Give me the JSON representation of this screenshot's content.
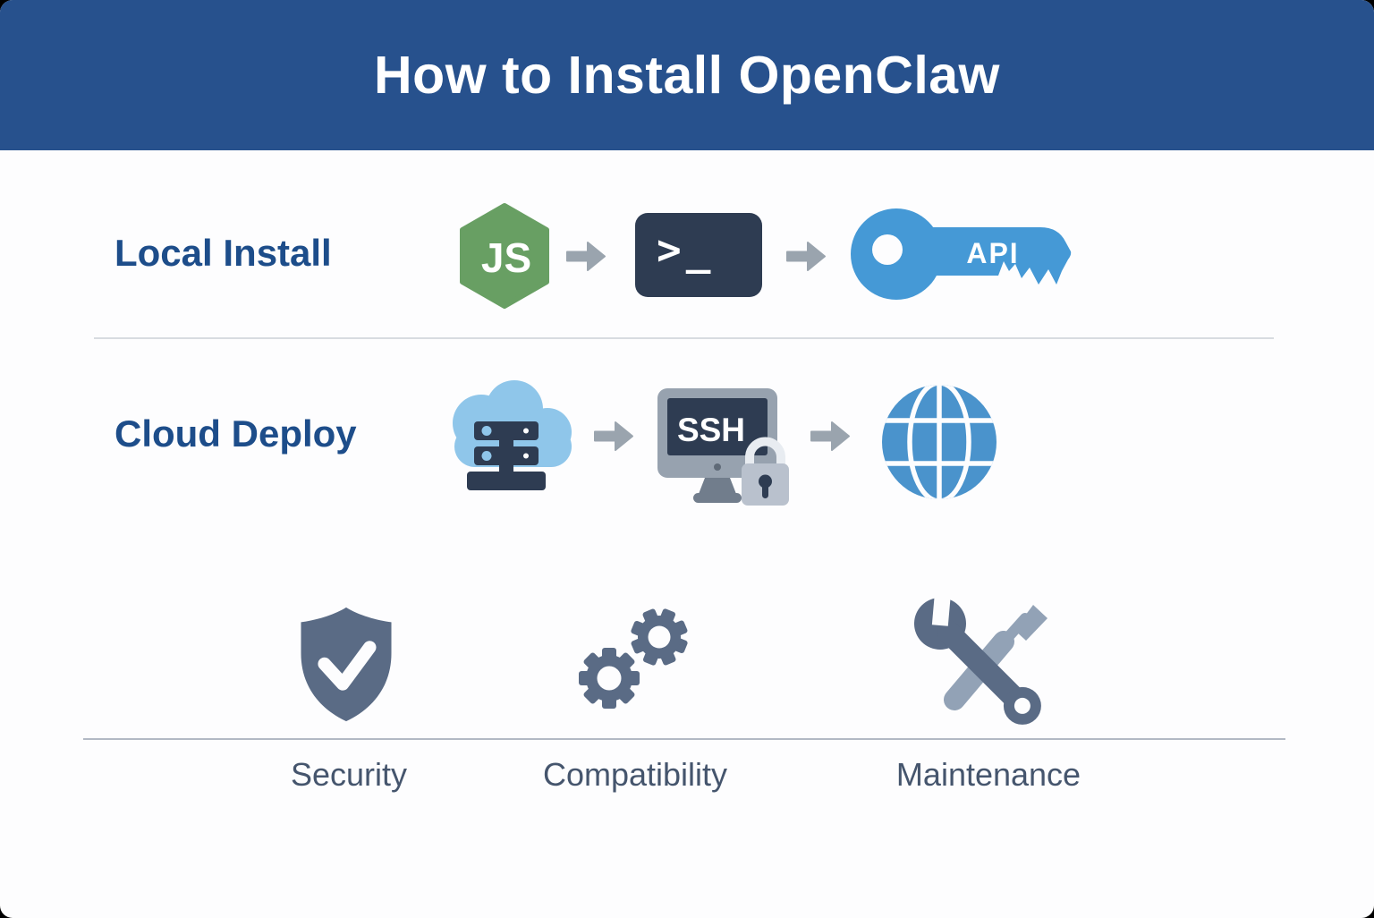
{
  "slide": {
    "title": "How to Install OpenClaw"
  },
  "rows": [
    {
      "label": "Local Install",
      "steps": [
        {
          "icon": "nodejs-js-badge-icon",
          "text": "JS"
        },
        {
          "icon": "terminal-icon",
          "text": ">_"
        },
        {
          "icon": "api-key-icon",
          "text": "API"
        }
      ]
    },
    {
      "label": "Cloud Deploy",
      "steps": [
        {
          "icon": "cloud-server-icon"
        },
        {
          "icon": "ssh-monitor-lock-icon",
          "text": "SSH"
        },
        {
          "icon": "globe-icon"
        }
      ]
    }
  ],
  "features": [
    {
      "icon": "shield-check-icon",
      "label": "Security"
    },
    {
      "icon": "gears-icon",
      "label": "Compatibility"
    },
    {
      "icon": "wrench-screwdriver-icon",
      "label": "Maintenance"
    }
  ],
  "colors": {
    "header_bg": "#27518d",
    "header_text": "#ffffff",
    "row_label_text": "#1d4d8a",
    "feature_label_text": "#45556d",
    "nodejs_green": "#689f63",
    "arrow_gray": "#9aa4ae",
    "terminal_bg": "#2e3c52",
    "key_blue": "#4599d6",
    "cloud_blue": "#8fc6ea",
    "server_navy": "#2e3c52",
    "monitor_gray": "#97a2af",
    "lock_gray": "#b9c1cd",
    "globe_blue": "#4a93cc",
    "tool_slate": "#5a6b85",
    "screwdriver_gray": "#92a2b6"
  }
}
